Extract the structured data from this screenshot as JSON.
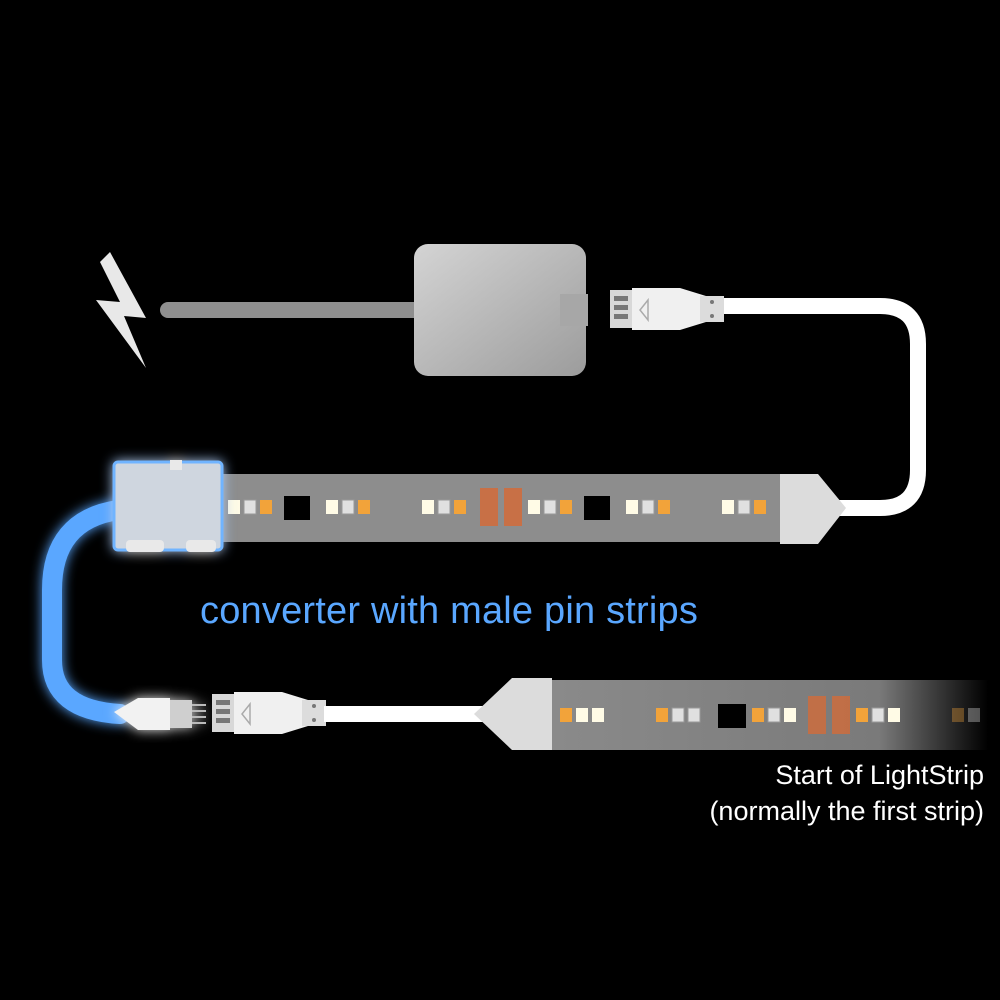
{
  "labels": {
    "converter": "converter with male pin strips",
    "strip_start": "Start of LightStrip",
    "strip_note": "(normally the first strip)"
  },
  "colors": {
    "background": "#000000",
    "accent_blue": "#5aa7ff",
    "strip": "#8d8d8d",
    "cable": "#ffffff",
    "led_white": "#fffbe6",
    "led_amber": "#f2a33a",
    "pad_copper": "#d26b3a"
  },
  "icons": {
    "power": "lightning-bolt-icon"
  }
}
